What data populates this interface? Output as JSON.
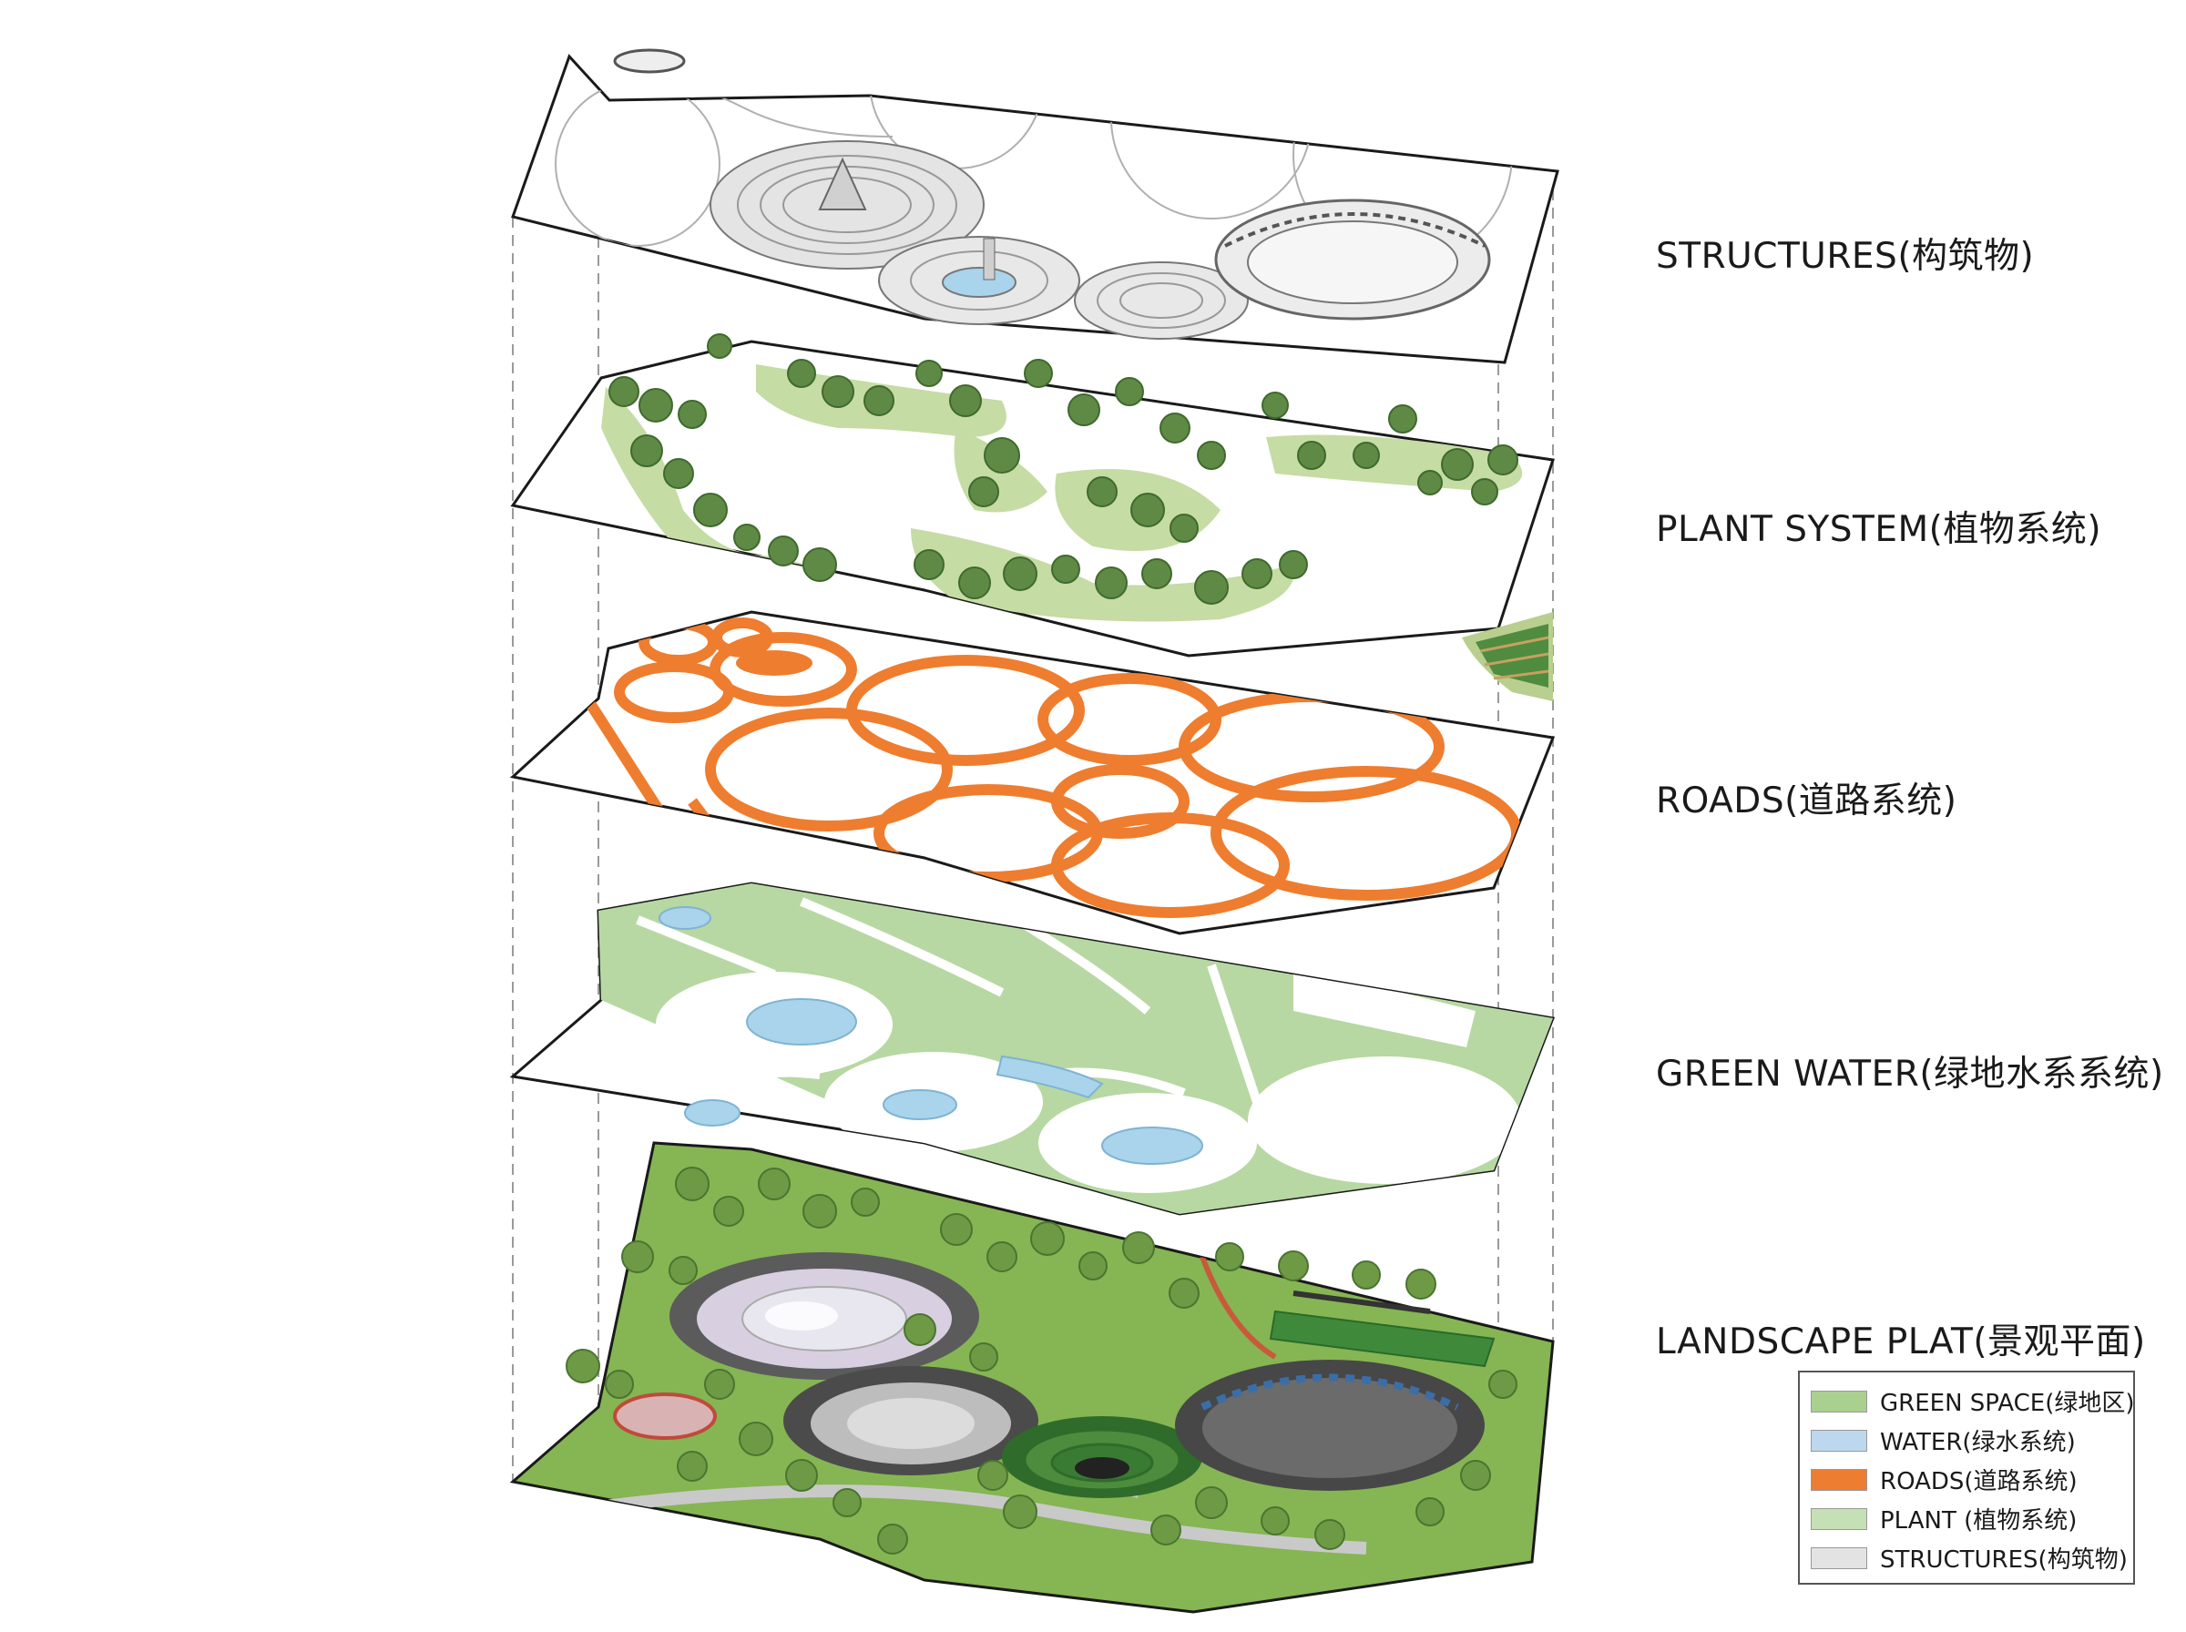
{
  "layers": [
    {
      "id": "structures",
      "label": "STRUCTURES(构筑物)"
    },
    {
      "id": "plant",
      "label": "PLANT SYSTEM(植物系统)"
    },
    {
      "id": "roads",
      "label": "ROADS(道路系统)"
    },
    {
      "id": "green",
      "label": "GREEN WATER(绿地水系系统)"
    },
    {
      "id": "landscape",
      "label": "LANDSCAPE PLAT(景观平面)"
    }
  ],
  "legend": [
    {
      "label": "GREEN SPACE(绿地区)",
      "color": "#a9d08e"
    },
    {
      "label": "WATER(绿水系统)",
      "color": "#bdd7ee"
    },
    {
      "label": "ROADS(道路系统)",
      "color": "#ed7d31"
    },
    {
      "label": "PLANT (植物系统)",
      "color": "#c5e0b4"
    },
    {
      "label": "STRUCTURES(构筑物)",
      "color": "#e3e3e3"
    }
  ],
  "colors": {
    "road": "#ee7d2f",
    "green": "#b7d8a2",
    "water": "#a9d4ec",
    "tree": "#5f8a45",
    "grass": "#86b553",
    "line": "#1a1a1a"
  }
}
